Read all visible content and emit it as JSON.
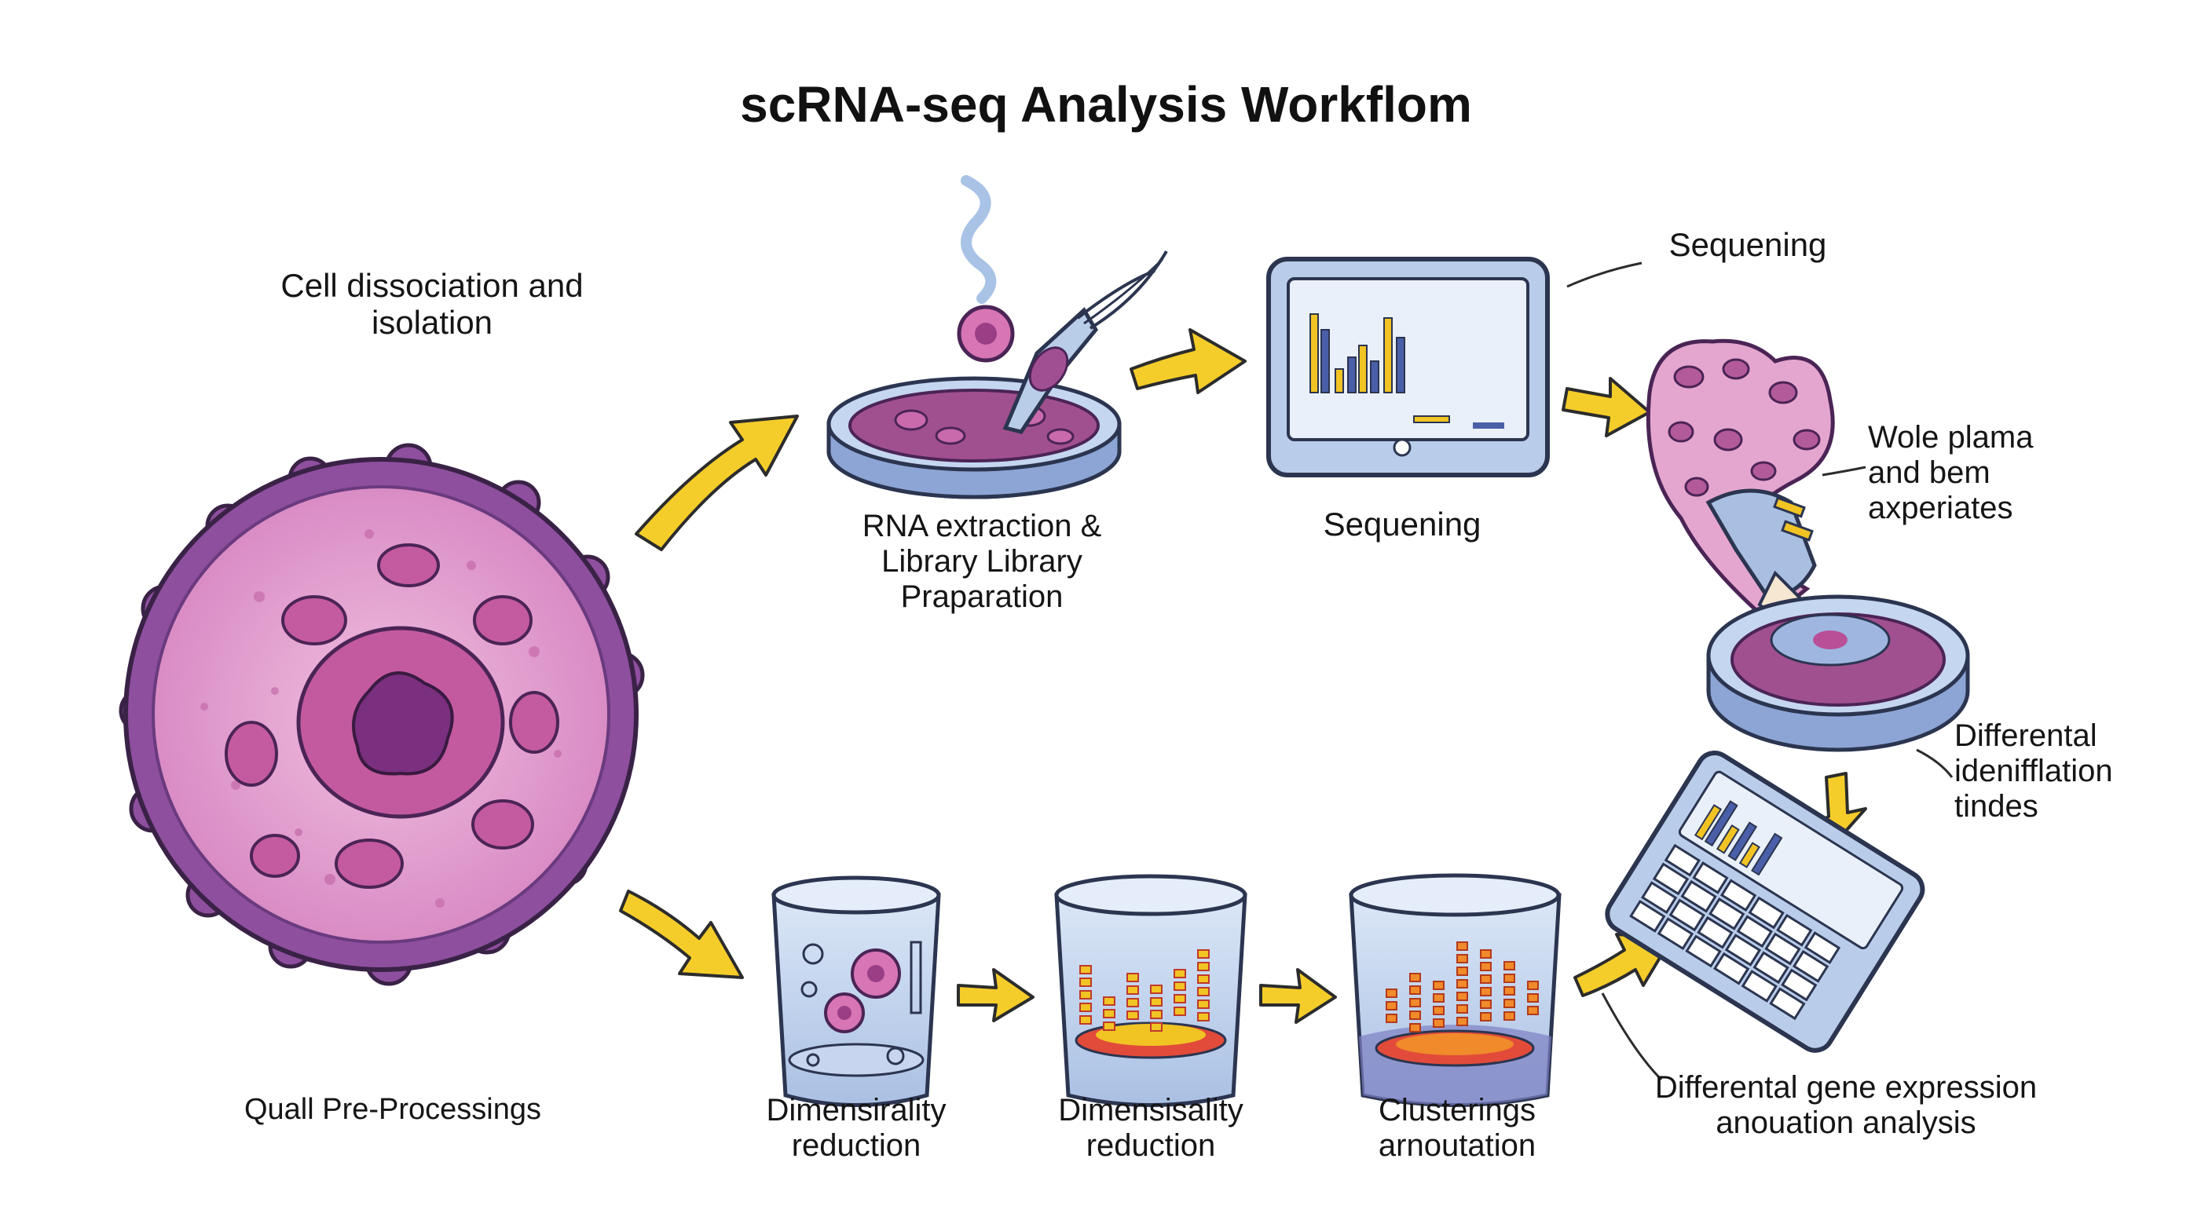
{
  "title": "scRNA-seq Analysis Workflom",
  "labels": {
    "cell_dissociation": "Cell dissociation and\nisolation",
    "rna_extraction": "RNA extraction &\nLibrary Library\nPraparation",
    "sequencing_device": "Sequening",
    "sequencing_top": "Sequening",
    "wole_plama": "Wole plama\nand bem\naxperiates",
    "differental_idenifflation": "Differental\nidenifflation\ntindes",
    "quall_preprocessing": "Quall Pre-Processings",
    "dimensionality_reduction_1": "Dimensirality\nreduction",
    "dimensionality_reduction_2": "Dimensisality\nreduction",
    "clusterings": "Clusterings\narnoutation",
    "differential_gene_expression": "Differental gene expression\nanouation analysis"
  },
  "colors": {
    "cell_purple": "#8e4f9e",
    "cell_pink": "#e7a5cf",
    "arrow_yellow": "#f5cd2a",
    "device_blue": "#b9cdea",
    "outline": "#2c3550"
  }
}
